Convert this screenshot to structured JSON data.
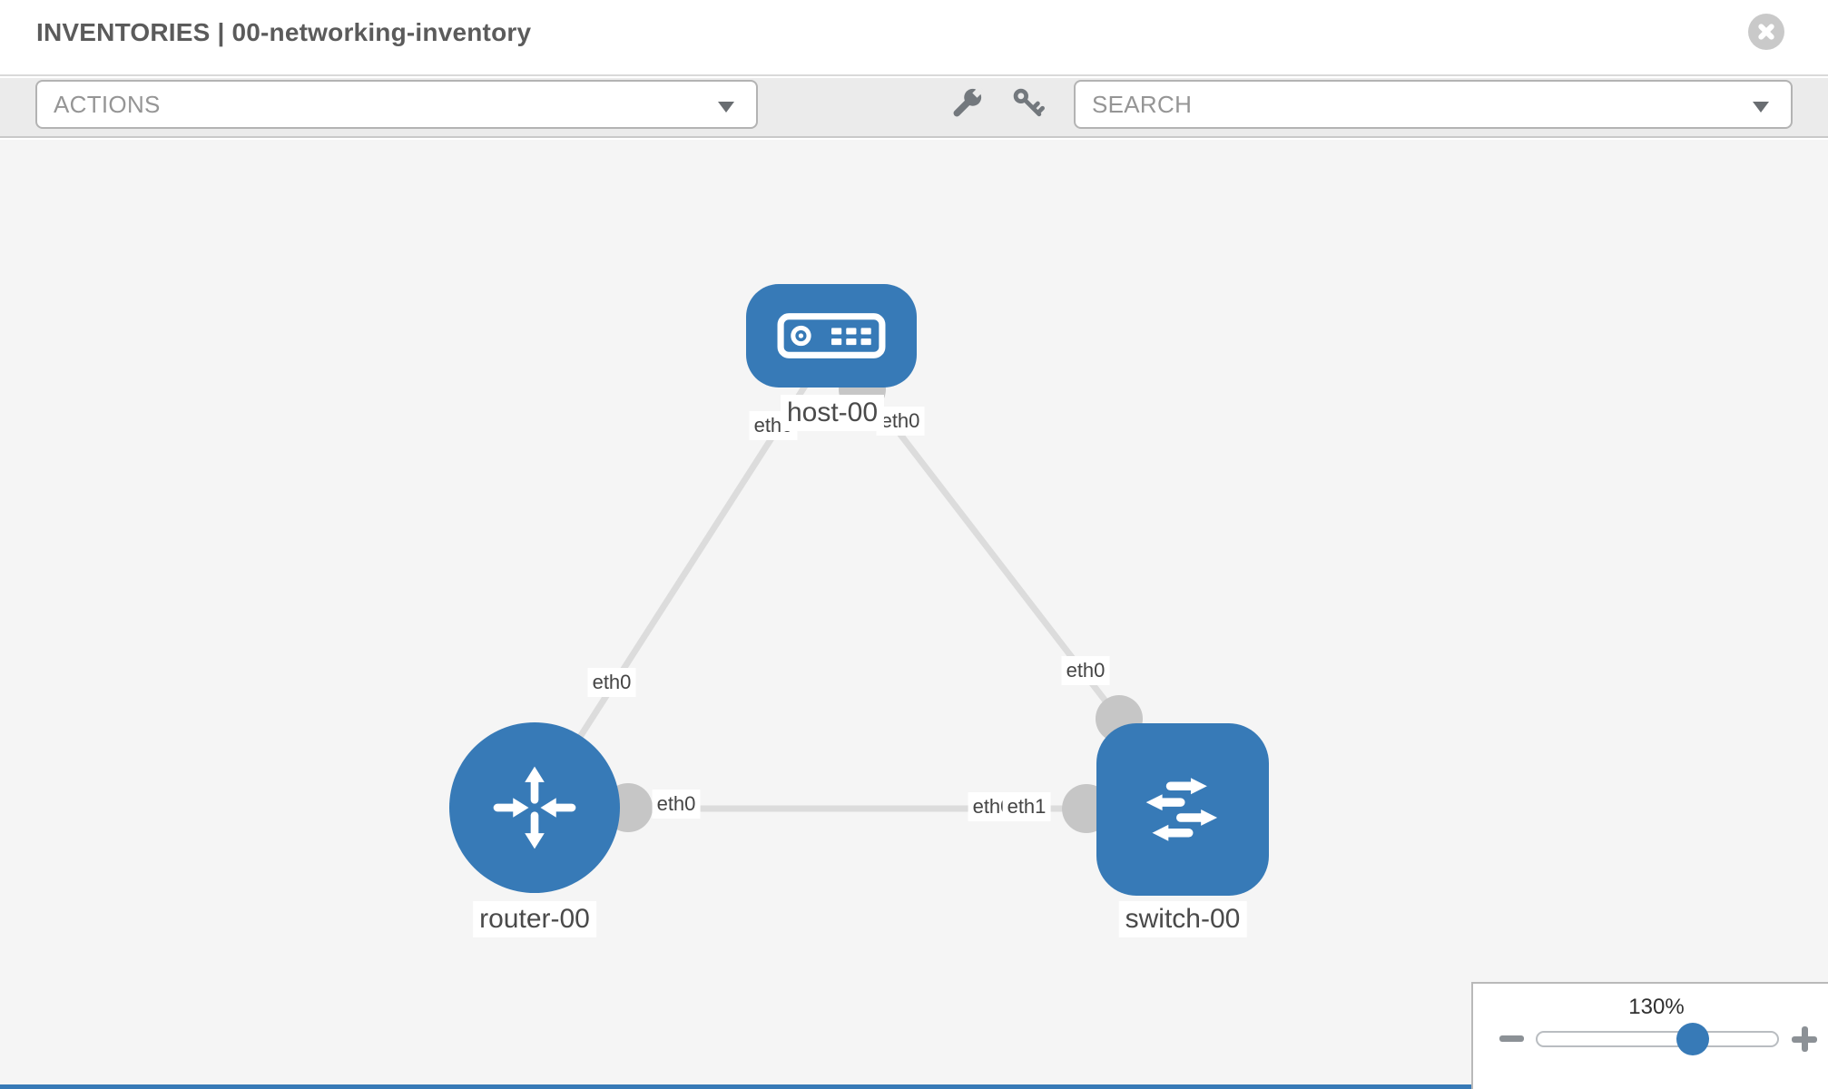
{
  "header": {
    "title": "INVENTORIES | 00-networking-inventory"
  },
  "toolbar": {
    "actions_label": "ACTIONS",
    "search_label": "SEARCH",
    "icons": [
      "wrench-icon",
      "key-icon"
    ]
  },
  "diagram": {
    "nodes": [
      {
        "id": "host-00",
        "type": "host",
        "label": "host-00"
      },
      {
        "id": "router-00",
        "type": "router",
        "label": "router-00"
      },
      {
        "id": "switch-00",
        "type": "switch",
        "label": "switch-00"
      }
    ],
    "edges": [
      {
        "endpoints": [
          "host-00",
          "router-00"
        ],
        "labels": [
          "eth0",
          "eth0"
        ]
      },
      {
        "endpoints": [
          "host-00",
          "switch-00"
        ],
        "labels": [
          "eth0",
          "eth0"
        ]
      },
      {
        "endpoints": [
          "router-00",
          "switch-00"
        ],
        "labels": [
          "eth0",
          "eth0",
          "eth1"
        ]
      }
    ]
  },
  "zoom_control": {
    "level": "130%"
  },
  "colors": {
    "node_blue": "#377ab7",
    "port_gray": "#c6c6c6",
    "edge_gray": "#dcdcdc",
    "toolbar_bg": "#ebebeb",
    "canvas_bg": "#f5f5f5"
  }
}
